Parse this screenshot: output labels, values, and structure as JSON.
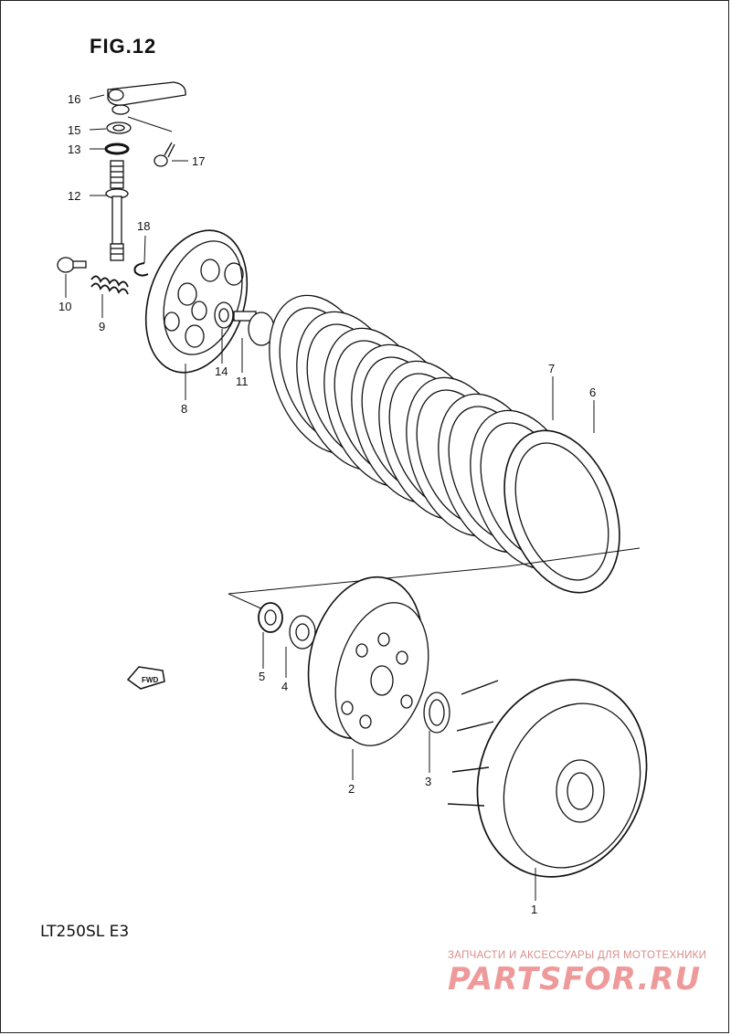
{
  "figure": {
    "title": "FIG.12",
    "model_code": "LT250SL  E3"
  },
  "forward_label": "FWD",
  "watermark": {
    "tagline": "ЗАПЧАСТИ И АКСЕССУАРЫ ДЛЯ МОТОТЕХНИКИ",
    "logo": "PARTSFOR.RU"
  },
  "callouts": {
    "c1": "1",
    "c2": "2",
    "c3": "3",
    "c4": "4",
    "c5": "5",
    "c6": "6",
    "c7": "7",
    "c8": "8",
    "c9": "9",
    "c10": "10",
    "c11": "11",
    "c12": "12",
    "c13": "13",
    "c14": "14",
    "c15": "15",
    "c16": "16",
    "c17": "17",
    "c18": "18"
  },
  "colors": {
    "line": "#111111",
    "watermark": "#ef9a9a"
  }
}
